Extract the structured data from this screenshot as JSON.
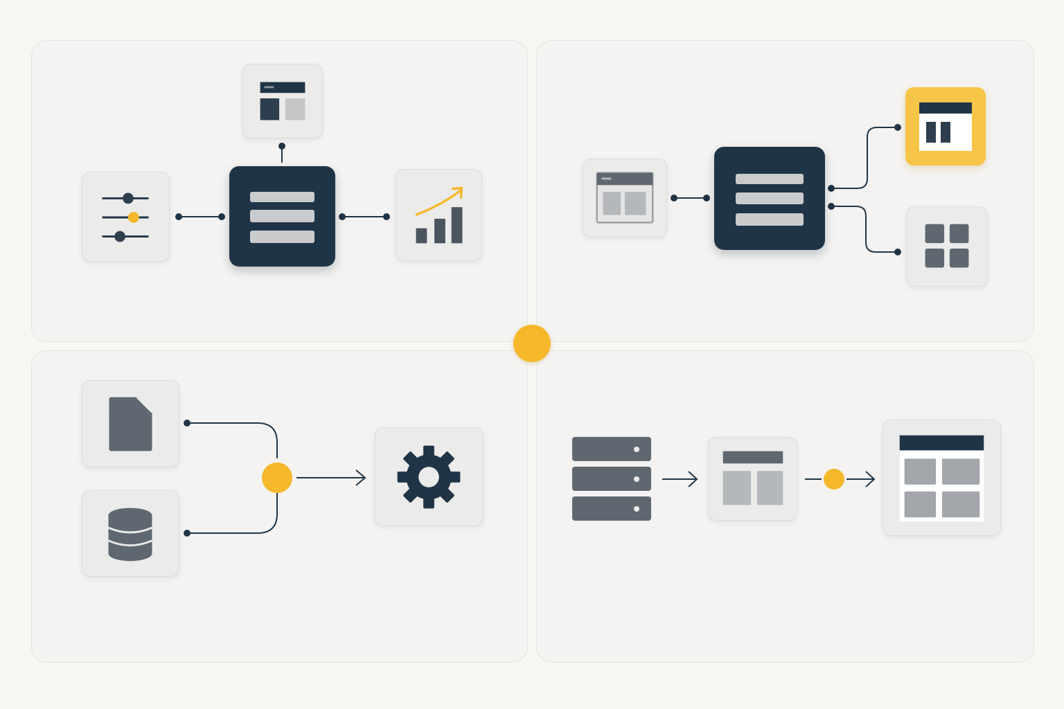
{
  "diagram": {
    "quadrants": [
      {
        "id": "top-left",
        "flow": "hub-and-spoke",
        "hub_icon": "list-icon",
        "nodes": [
          "sliders-icon",
          "layout-window-icon",
          "growth-chart-icon"
        ]
      },
      {
        "id": "top-right",
        "flow": "branching",
        "hub_icon": "list-icon",
        "nodes": [
          "browser-window-icon",
          "highlighted-layout-icon",
          "grid-icon"
        ]
      },
      {
        "id": "bottom-left",
        "flow": "merge-and-process",
        "nodes": [
          "document-icon",
          "database-icon",
          "gear-icon"
        ]
      },
      {
        "id": "bottom-right",
        "flow": "linear-pipeline",
        "nodes": [
          "server-stack-icon",
          "layout-window-icon",
          "dashboard-icon"
        ]
      }
    ],
    "colors": {
      "background": "#f7f6f3",
      "panel": "#f4f3f1",
      "dark_navy": "#1f3447",
      "accent_yellow": "#f5b82b",
      "icon_gray": "#5f6770",
      "light_gray": "#b5b8bb"
    }
  }
}
